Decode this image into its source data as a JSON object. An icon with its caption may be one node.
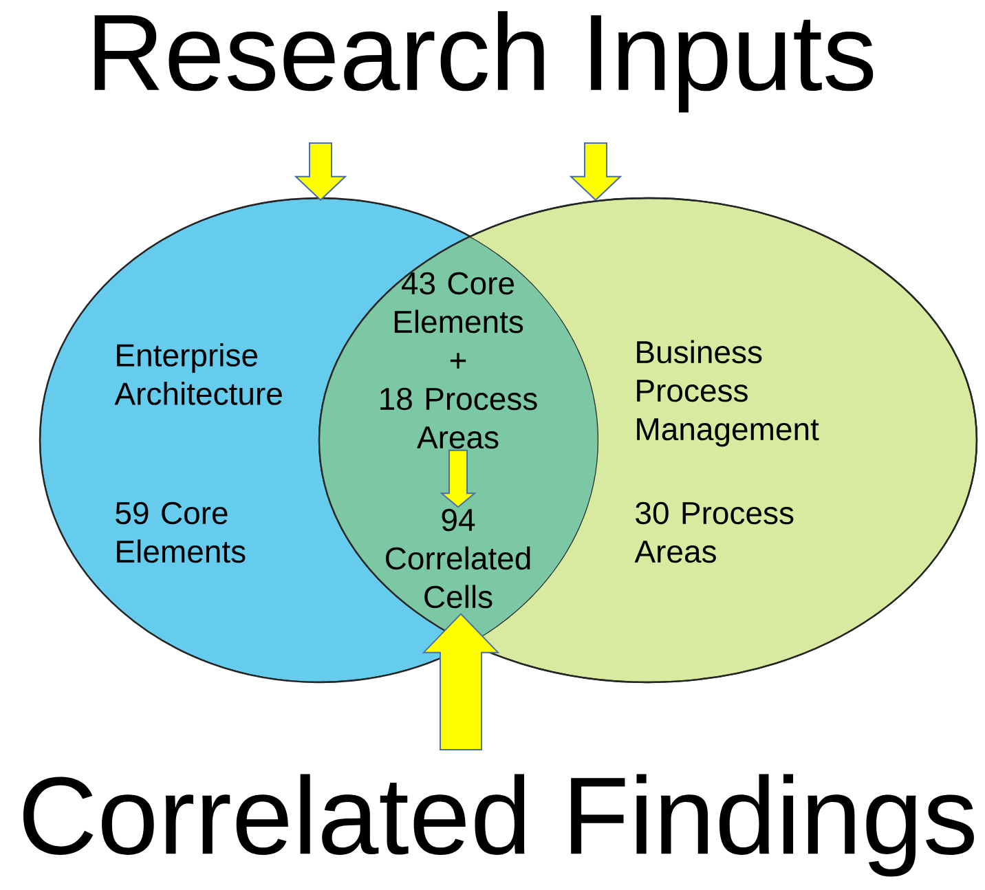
{
  "diagram": {
    "title": "Research Inputs",
    "caption": "Correlated Findings",
    "nodes": [
      {
        "text": [
          "Enterprise Architecture",
          "59 Core Elements"
        ]
      },
      {
        "text": [
          "Business Process Management",
          "30 Process Areas"
        ]
      },
      {
        "text": [
          "43 Core Elements",
          "+",
          "18 Process Areas"
        ]
      },
      {
        "text": [
          "94 Correlated Cells"
        ]
      }
    ],
    "edges": [
      {
        "from": null,
        "to": 0,
        "arrow": "to"
      },
      {
        "from": null,
        "to": 1,
        "arrow": "to"
      },
      {
        "from": 2,
        "to": 3,
        "arrow": "to"
      },
      {
        "from": null,
        "to": 3,
        "arrow": "to"
      }
    ]
  }
}
